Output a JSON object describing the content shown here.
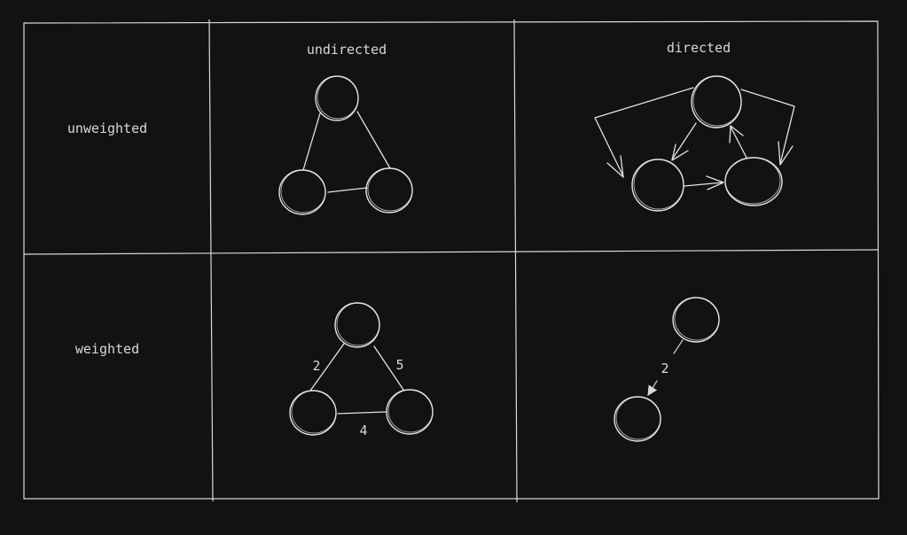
{
  "columns": {
    "undirected": "undirected",
    "directed": "directed"
  },
  "rows": {
    "unweighted": "unweighted",
    "weighted": "weighted"
  },
  "edge_weights": {
    "undirected_weighted": [
      "2",
      "5",
      "4"
    ],
    "directed_weighted": [
      "2"
    ]
  },
  "colors": {
    "background": "#121212",
    "stroke": "#e4e4e4",
    "text": "#d8d8d8"
  }
}
